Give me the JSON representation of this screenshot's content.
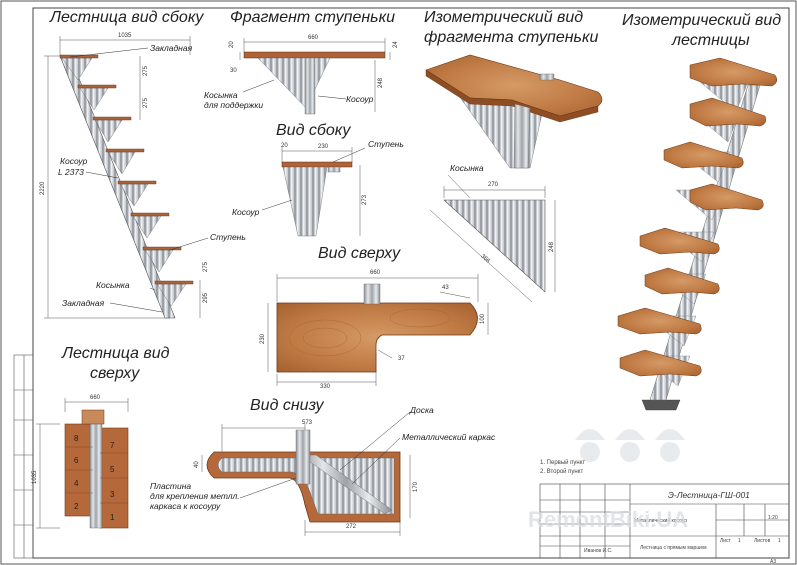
{
  "titles": {
    "side_view": "Лестница вид сбоку",
    "step_fragment": "Фрагмент ступеньки",
    "iso_fragment_line1": "Изометрический вид",
    "iso_fragment_line2": "фрагмента ступеньки",
    "iso_stair_line1": "Изометрический вид",
    "iso_stair_line2": "лестницы",
    "side": "Вид сбоку",
    "top": "Вид сверху",
    "stair_top_line1": "Лестница вид",
    "stair_top_line2": "сверху",
    "bottom": "Вид снизу"
  },
  "labels": {
    "zakladnaya_top": "Закладная",
    "kosour_l_line1": "Косоур",
    "kosour_l_line2": "L 2373",
    "stupen_side": "Ступень",
    "kosynka_side": "Косынка",
    "zakladnaya_bottom": "Закладная",
    "kosynka_support_line1": "Косынка",
    "kosynka_support_line2": "для поддержки",
    "kosour_fragment": "Косоур",
    "stupen_view": "Ступень",
    "kosour_view": "Косоур",
    "kosynka_iso": "Косынка",
    "doska": "Доска",
    "metal_frame": "Металлический каркас",
    "plate_line1": "Пластина",
    "plate_line2": "для крепления метлл.",
    "plate_line3": "каркаса к косоуру"
  },
  "dims": {
    "side_width": "1035",
    "side_height": "2220",
    "side_275a": "275",
    "side_275b": "275",
    "side_275c": "275",
    "side_295": "295",
    "frag_660": "660",
    "frag_20": "20",
    "frag_24": "24",
    "frag_30": "30",
    "frag_248": "248",
    "side_20": "20",
    "side_230": "230",
    "side_273": "273",
    "kos_270": "270",
    "kos_248": "248",
    "kos_366": "366",
    "top_660": "660",
    "top_43": "43",
    "top_230": "230",
    "top_100": "100",
    "top_37": "37",
    "top_330": "330",
    "stair_660": "660",
    "stair_1035": "1035",
    "bot_573": "573",
    "bot_40": "40",
    "bot_170": "170",
    "bot_272": "272"
  },
  "step_numbers": [
    "8",
    "7",
    "6",
    "5",
    "4",
    "3",
    "2",
    "1"
  ],
  "notes": {
    "note1": "1.   Первый пункт",
    "note2": "2.   Второй пункт"
  },
  "stamp": {
    "code": "Э-Лестница-ГШ-001",
    "drawing_name": "Металлический косоур",
    "sheet_title": "Лестница с прямым маршем",
    "author": "Иванов И.С.",
    "scale": "1:20",
    "sheet_label": "Лист",
    "sheets_label": "Листов",
    "sheet_no": "1",
    "sheets_no": "1",
    "page": "А3"
  },
  "watermark": "RemontBiki.UA",
  "colors": {
    "wood": "#b5683a",
    "wood_light": "#c98a5a",
    "metal": "#bfc3c7",
    "line": "#333333"
  }
}
